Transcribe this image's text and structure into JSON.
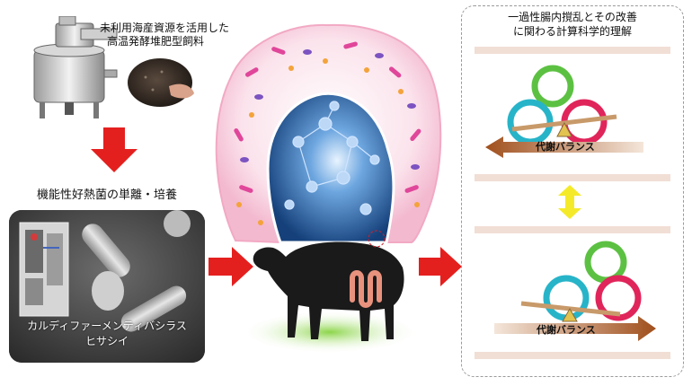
{
  "fermentation": {
    "caption_line1": "未利用海産資源を活用した",
    "caption_line2": "高温発酵堆肥型飼料"
  },
  "bacteria": {
    "title": "機能性好熱菌の単離・培養",
    "name_line1": "カルディファーメンティバシラス",
    "name_line2": "ヒサシイ"
  },
  "metabolism": {
    "title_line1": "一過性腸内撹乱とその改善",
    "title_line2": "に関わる計算科学的理解",
    "balance_top": "代謝バランス",
    "balance_bottom": "代謝バランス"
  },
  "colors": {
    "red_arrow": "#e4201f",
    "yellow_arrow": "#f4ea2a",
    "brown_arrow": "#a04f1c",
    "green_cycle": "#5cc142",
    "cyan_cycle": "#27b4c9",
    "magenta_cycle": "#e0255b",
    "beam": "#c89a6a",
    "pink_glow": "#f6c4d6",
    "cow": "#1a1a1a"
  }
}
